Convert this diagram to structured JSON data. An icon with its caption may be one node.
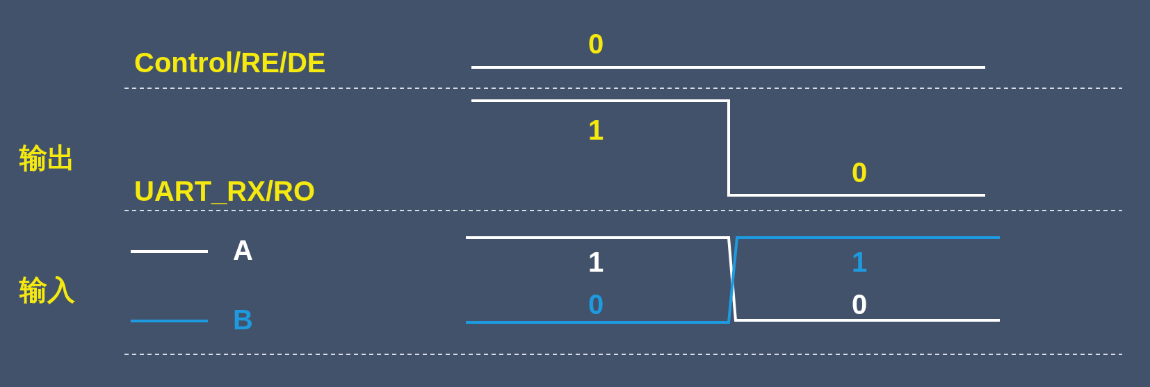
{
  "diagram": {
    "labels": [
      "Control/RE/DE",
      "0",
      "1",
      "输出",
      "0",
      "UART_RX/RO",
      "1",
      "1",
      "输入",
      "0",
      "0"
    ],
    "legend": [
      {
        "text": "A"
      },
      {
        "text": "B"
      }
    ]
  }
}
